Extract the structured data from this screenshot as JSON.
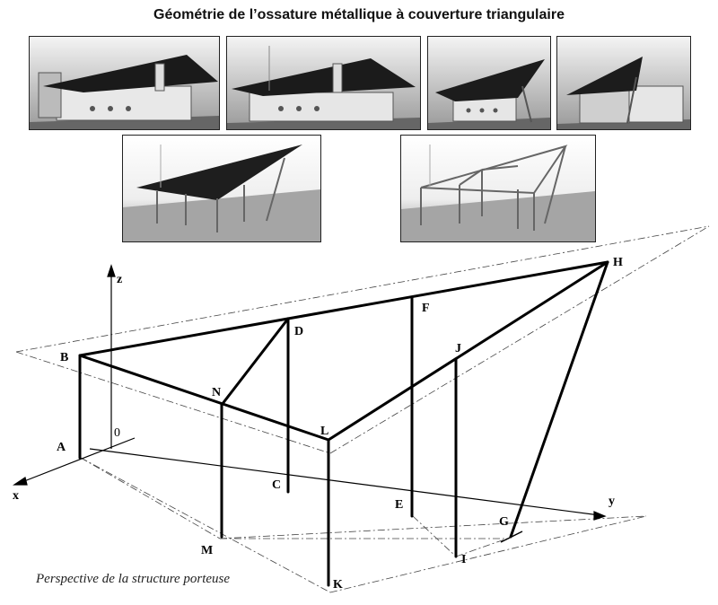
{
  "title": "Géométrie de l’ossature métallique à couverture triangulaire",
  "caption": "Perspective de la structure porteuse",
  "thumbnails": [
    {
      "name": "thumb-house-1"
    },
    {
      "name": "thumb-house-2"
    },
    {
      "name": "thumb-house-3"
    },
    {
      "name": "thumb-house-4"
    },
    {
      "name": "thumb-roof-solid"
    },
    {
      "name": "thumb-roof-frame"
    }
  ],
  "axes": {
    "z": "z",
    "x": "x",
    "y": "y",
    "origin": "0"
  },
  "points": {
    "A": "A",
    "B": "B",
    "C": "C",
    "D": "D",
    "E": "E",
    "F": "F",
    "G": "G",
    "H": "H",
    "I": "I",
    "J": "J",
    "K": "K",
    "L": "L",
    "M": "M",
    "N": "N"
  },
  "colors": {
    "line": "#000000",
    "roof_dark": "#1e1e1e",
    "ground": "#9a9a9a"
  }
}
